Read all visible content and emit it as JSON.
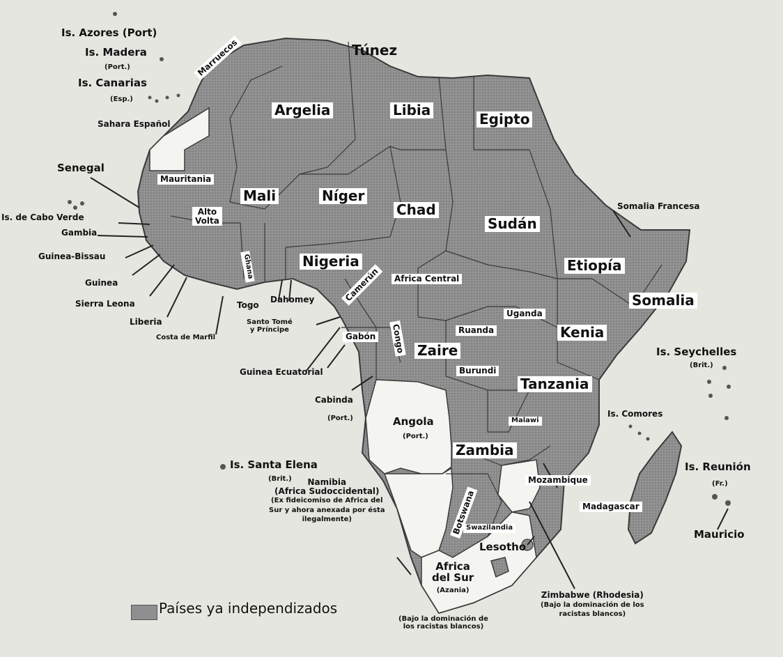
{
  "colors": {
    "independent": "#8f8f8f",
    "dependent": "#f4f4f0",
    "background": "#e6e6e0",
    "border": "#3a3a3a"
  },
  "legend": {
    "label": "Países ya independizados"
  },
  "labels": {
    "azores": "Is. Azores (Port)",
    "madera": "Is. Madera",
    "madera_sub": "(Port.)",
    "canarias": "Is. Canarias",
    "canarias_sub": "(Esp.)",
    "tunez": "Túnez",
    "marruecos": "Marruecos",
    "argelia": "Argelia",
    "libia": "Libia",
    "egipto": "Egipto",
    "sahara": "Sahara Español",
    "senegal": "Senegal",
    "mauritania": "Mauritania",
    "mali": "Mali",
    "niger": "Níger",
    "chad": "Chad",
    "sudan": "Sudán",
    "somalia_francesa": "Somalia Francesa",
    "cabo_verde": "Is. de Cabo Verde",
    "gambia": "Gambia",
    "alto_volta_1": "Alto",
    "alto_volta_2": "Volta",
    "guinea_bissau": "Guinea-Bissau",
    "ghana": "Ghana",
    "nigeria": "Nigeria",
    "etiopia": "Etiopía",
    "guinea": "Guinea",
    "camerun": "Camerún",
    "africa_central": "Africa Central",
    "sierra_leona": "Sierra Leona",
    "togo": "Togo",
    "dahomey": "Dahomey",
    "somalia": "Somalia",
    "liberia": "Liberia",
    "santo_tome_1": "Santo Tomé",
    "santo_tome_2": "y Príncipe",
    "uganda": "Uganda",
    "costa_marfil": "Costa de Marfil",
    "ruanda": "Ruanda",
    "kenia": "Kenia",
    "gabon": "Gabón",
    "congo": "Congo",
    "zaire": "Zaire",
    "seychelles": "Is. Seychelles",
    "seychelles_sub": "(Brit.)",
    "guinea_ecuatorial": "Guinea Ecuatorial",
    "burundi": "Burundi",
    "tanzania": "Tanzania",
    "cabinda": "Cabinda",
    "cabinda_sub": "(Port.)",
    "angola": "Angola",
    "angola_sub": "(Port.)",
    "malawi": "Malawi",
    "comores": "Is. Comores",
    "zambia": "Zambia",
    "santa_elena": "Is. Santa Elena",
    "santa_elena_sub": "(Brit.)",
    "reunion": "Is. Reunión",
    "reunion_sub": "(Fr.)",
    "namibia_1": "Namibia",
    "namibia_2": "(Africa Sudoccidental)",
    "namibia_3": "(Ex fideicomiso de Africa del",
    "namibia_4": "Sur y ahora anexada por ésta",
    "namibia_5": "ilegalmente)",
    "mozambique": "Mozambique",
    "botswana": "Botswana",
    "madagascar": "Madagascar",
    "swazilandia": "Swazilandia",
    "mauricio": "Mauricio",
    "lesotho": "Lesotho",
    "sudafrica_1": "Africa",
    "sudafrica_2": "del Sur",
    "sudafrica_3": "(Azania)",
    "sudafrica_4": "(Bajo la dominación de",
    "sudafrica_5": "los racistas blancos)",
    "zimbabwe_1": "Zimbabwe (Rhodesia)",
    "zimbabwe_2": "(Bajo la dominación de los",
    "zimbabwe_3": "racistas blancos)"
  }
}
